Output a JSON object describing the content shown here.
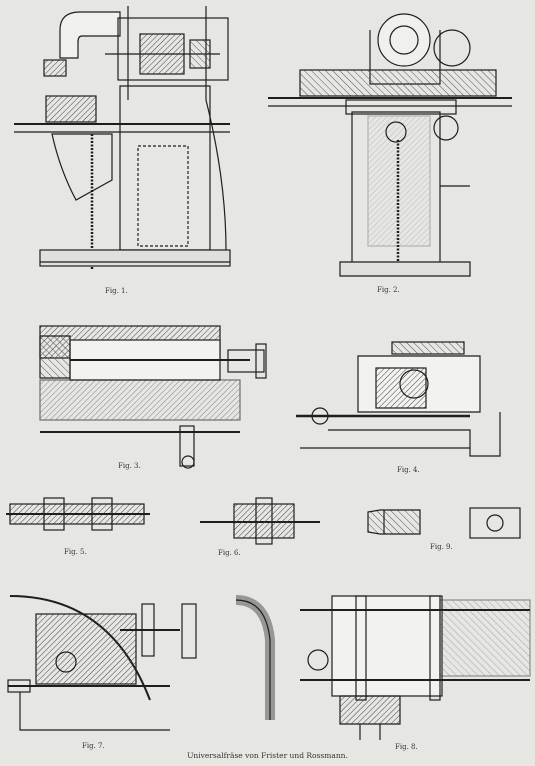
{
  "figures": [
    {
      "key": "fig1",
      "caption": "Fig. 1."
    },
    {
      "key": "fig2",
      "caption": "Fig. 2."
    },
    {
      "key": "fig3",
      "caption": "Fig. 3."
    },
    {
      "key": "fig4",
      "caption": "Fig. 4."
    },
    {
      "key": "fig5",
      "caption": "Fig. 5."
    },
    {
      "key": "fig6",
      "caption": "Fig. 6."
    },
    {
      "key": "fig7",
      "caption": "Fig. 7."
    },
    {
      "key": "fig8",
      "caption": "Fig. 8."
    },
    {
      "key": "fig9",
      "caption": "Fig. 9."
    }
  ],
  "footer": "Universalfräse von Frister und Rossmann.",
  "colors": {
    "paper": "#e6e6e3",
    "ink": "#1e1e1e",
    "hatch": "#555555"
  }
}
